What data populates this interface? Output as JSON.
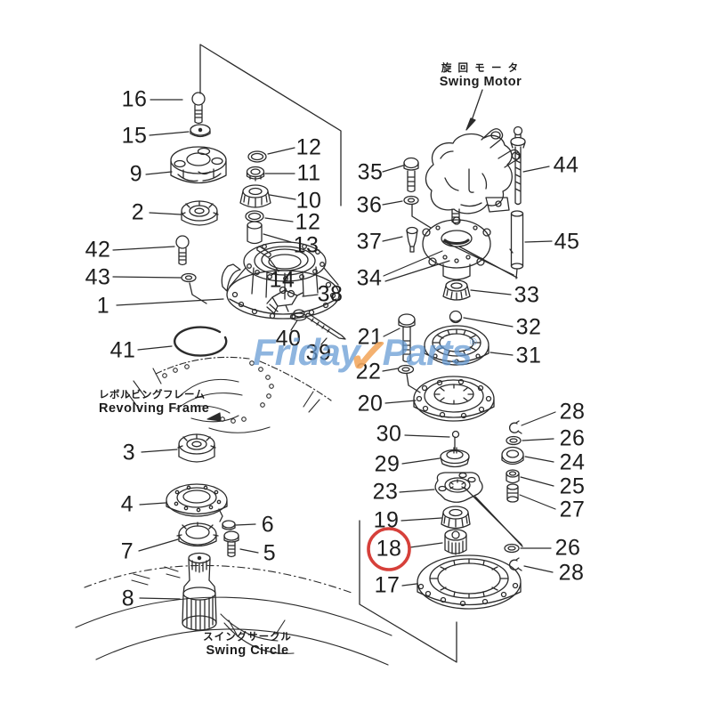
{
  "labels": {
    "swing_motor": {
      "jp": "旋 回 モ ー タ",
      "en": "Swing Motor"
    },
    "revolving_frame": {
      "jp": "レボルビングフレーム",
      "en": "Revolving Frame"
    },
    "swing_circle": {
      "jp": "スイングサークル",
      "en": "Swing Circle"
    }
  },
  "watermark": {
    "brand_left": "Friday",
    "check": "✓",
    "brand_right": "Parts",
    "registered": "®",
    "blue": "#6399d3",
    "orange": "#f3a860"
  },
  "highlight": {
    "part": "18",
    "color": "#d6403a"
  },
  "callouts": [
    "16",
    "15",
    "9",
    "2",
    "42",
    "43",
    "1",
    "41",
    "3",
    "4",
    "7",
    "8",
    "6",
    "5",
    "12",
    "11",
    "10",
    "12",
    "13",
    "14",
    "38",
    "40",
    "39",
    "35",
    "36",
    "37",
    "34",
    "44",
    "45",
    "33",
    "32",
    "31",
    "21",
    "22",
    "20",
    "28",
    "26",
    "24",
    "25",
    "27",
    "30",
    "29",
    "23",
    "19",
    "18",
    "26",
    "28",
    "17"
  ]
}
